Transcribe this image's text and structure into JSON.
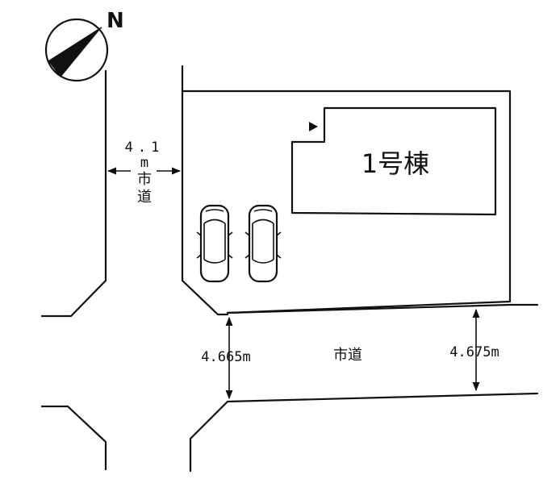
{
  "compass": {
    "north_label": "N",
    "icon": "north-arrow-icon"
  },
  "left_road": {
    "width_number": "4.1",
    "width_unit": "m",
    "name_line1": "市",
    "name_line2": "道"
  },
  "building": {
    "label": "1号棟"
  },
  "parking": {
    "spaces": 2,
    "icon": "car-icon"
  },
  "bottom_road": {
    "name": "市道",
    "width_left": "4.665m",
    "width_right": "4.675m"
  },
  "colors": {
    "ink": "#111111",
    "background": "#ffffff"
  }
}
